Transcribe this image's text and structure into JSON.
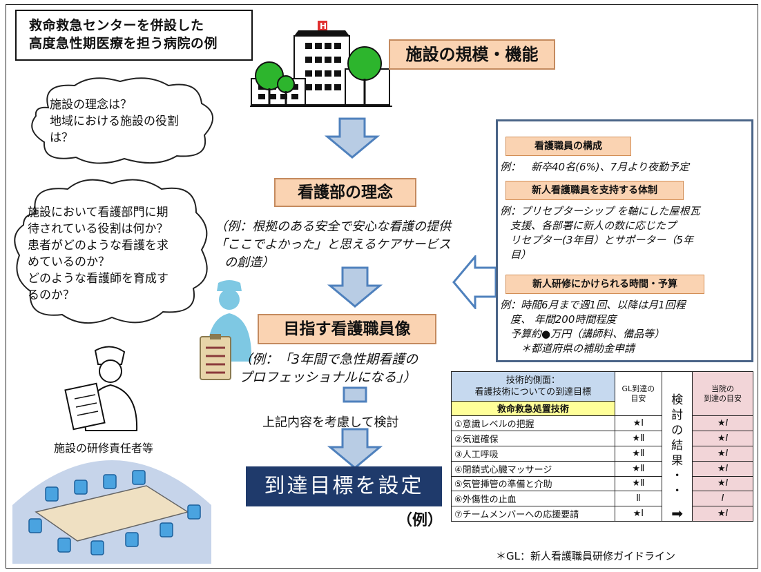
{
  "title_box": {
    "line1": "救命救急センターを併設した",
    "line2": "高度急性期医療を担う病院の例"
  },
  "facility_label": "施設の規模・機能",
  "cloud1": {
    "line1": "施設の理念は？",
    "line2": "地域における施設の役割",
    "line3": "は？"
  },
  "cloud2": {
    "lines": [
      "施設において看護部門に期",
      "待されている役割は何か？",
      "患者がどのような看護を求",
      "めているのか？",
      "どのような看護師を育成す",
      "るのか？"
    ]
  },
  "nursing_dept": {
    "label": "看護部の理念",
    "ex_line1": "（例：根拠のある安全で安心な看護の提供",
    "ex_line2": "「ここでよかった」と思えるケアサービス",
    "ex_line3": "の創造）"
  },
  "ideal_staff": {
    "label": "目指す看護職員像",
    "ex_line1": "（例：「3年間で急性期看護の",
    "ex_line2": "プロフェッショナルになる」）"
  },
  "consider_text": "上記内容を考慮して検討",
  "goal_box": {
    "label": "到達目標を設定",
    "example": "（例）"
  },
  "trainer_label": "施設の研修責任者等",
  "right_panel": {
    "h1": "看護職員の構成",
    "t1": "例：　新卒40名(6%)、7月より夜勤予定",
    "h2": "新人看護職員を支持する体制",
    "t2_lines": [
      "例：プリセプターシップ を軸にした屋根瓦",
      "　支援、各部署に新人の数に応じたプ",
      "　リセプター(3年目）とサポーター（5年",
      "　目）"
    ],
    "h3": "新人研修にかけられる時間・予算",
    "t3_lines": [
      "例：時間6月まで週1回、以降は月1回程",
      "　度、 年間200時間程度",
      "　予算約●万円（講師料、備品等）",
      "　　＊都道府県の補助金申請"
    ]
  },
  "table": {
    "header_line1": "技術的側面：",
    "header_line2": "看護技術についての到達目標",
    "gl_header_line1": "GL到達の",
    "gl_header_line2": "目安",
    "local_header_line1": "当院の",
    "local_header_line2": "到達の目安",
    "category": "救命救急処置技術",
    "review_chars": [
      "検",
      "討",
      "の",
      "結",
      "果",
      "・",
      "・"
    ],
    "rows": [
      {
        "item": "①意識レベルの把握",
        "gl": "★Ⅰ",
        "local": "★Ⅰ"
      },
      {
        "item": "②気道確保",
        "gl": "★Ⅱ",
        "local": "★Ⅰ"
      },
      {
        "item": "③人工呼吸",
        "gl": "★Ⅱ",
        "local": "★Ⅰ"
      },
      {
        "item": "④閉鎖式心臓マッサージ",
        "gl": "★Ⅱ",
        "local": "★Ⅰ"
      },
      {
        "item": "⑤気管挿管の準備と介助",
        "gl": "★Ⅱ",
        "local": "★Ⅰ"
      },
      {
        "item": "⑥外傷性の止血",
        "gl": "Ⅱ",
        "local": "Ⅰ"
      },
      {
        "item": "⑦チームメンバーへの応援要請",
        "gl": "★Ⅰ",
        "local": "★Ⅰ"
      }
    ]
  },
  "footnote": "＊GL：新人看護職員研修ガイドライン",
  "colors": {
    "peach": "#fad3b2",
    "arrow_fill": "#b8cce4",
    "arrow_stroke": "#4f81bd",
    "goal_box": "#1f3a6b",
    "panel_border": "#4a6487",
    "tree": "#2db52d",
    "header_blue": "#c6d9ef",
    "category_yellow": "#ffff99",
    "local_pink": "#f2d5d8"
  }
}
